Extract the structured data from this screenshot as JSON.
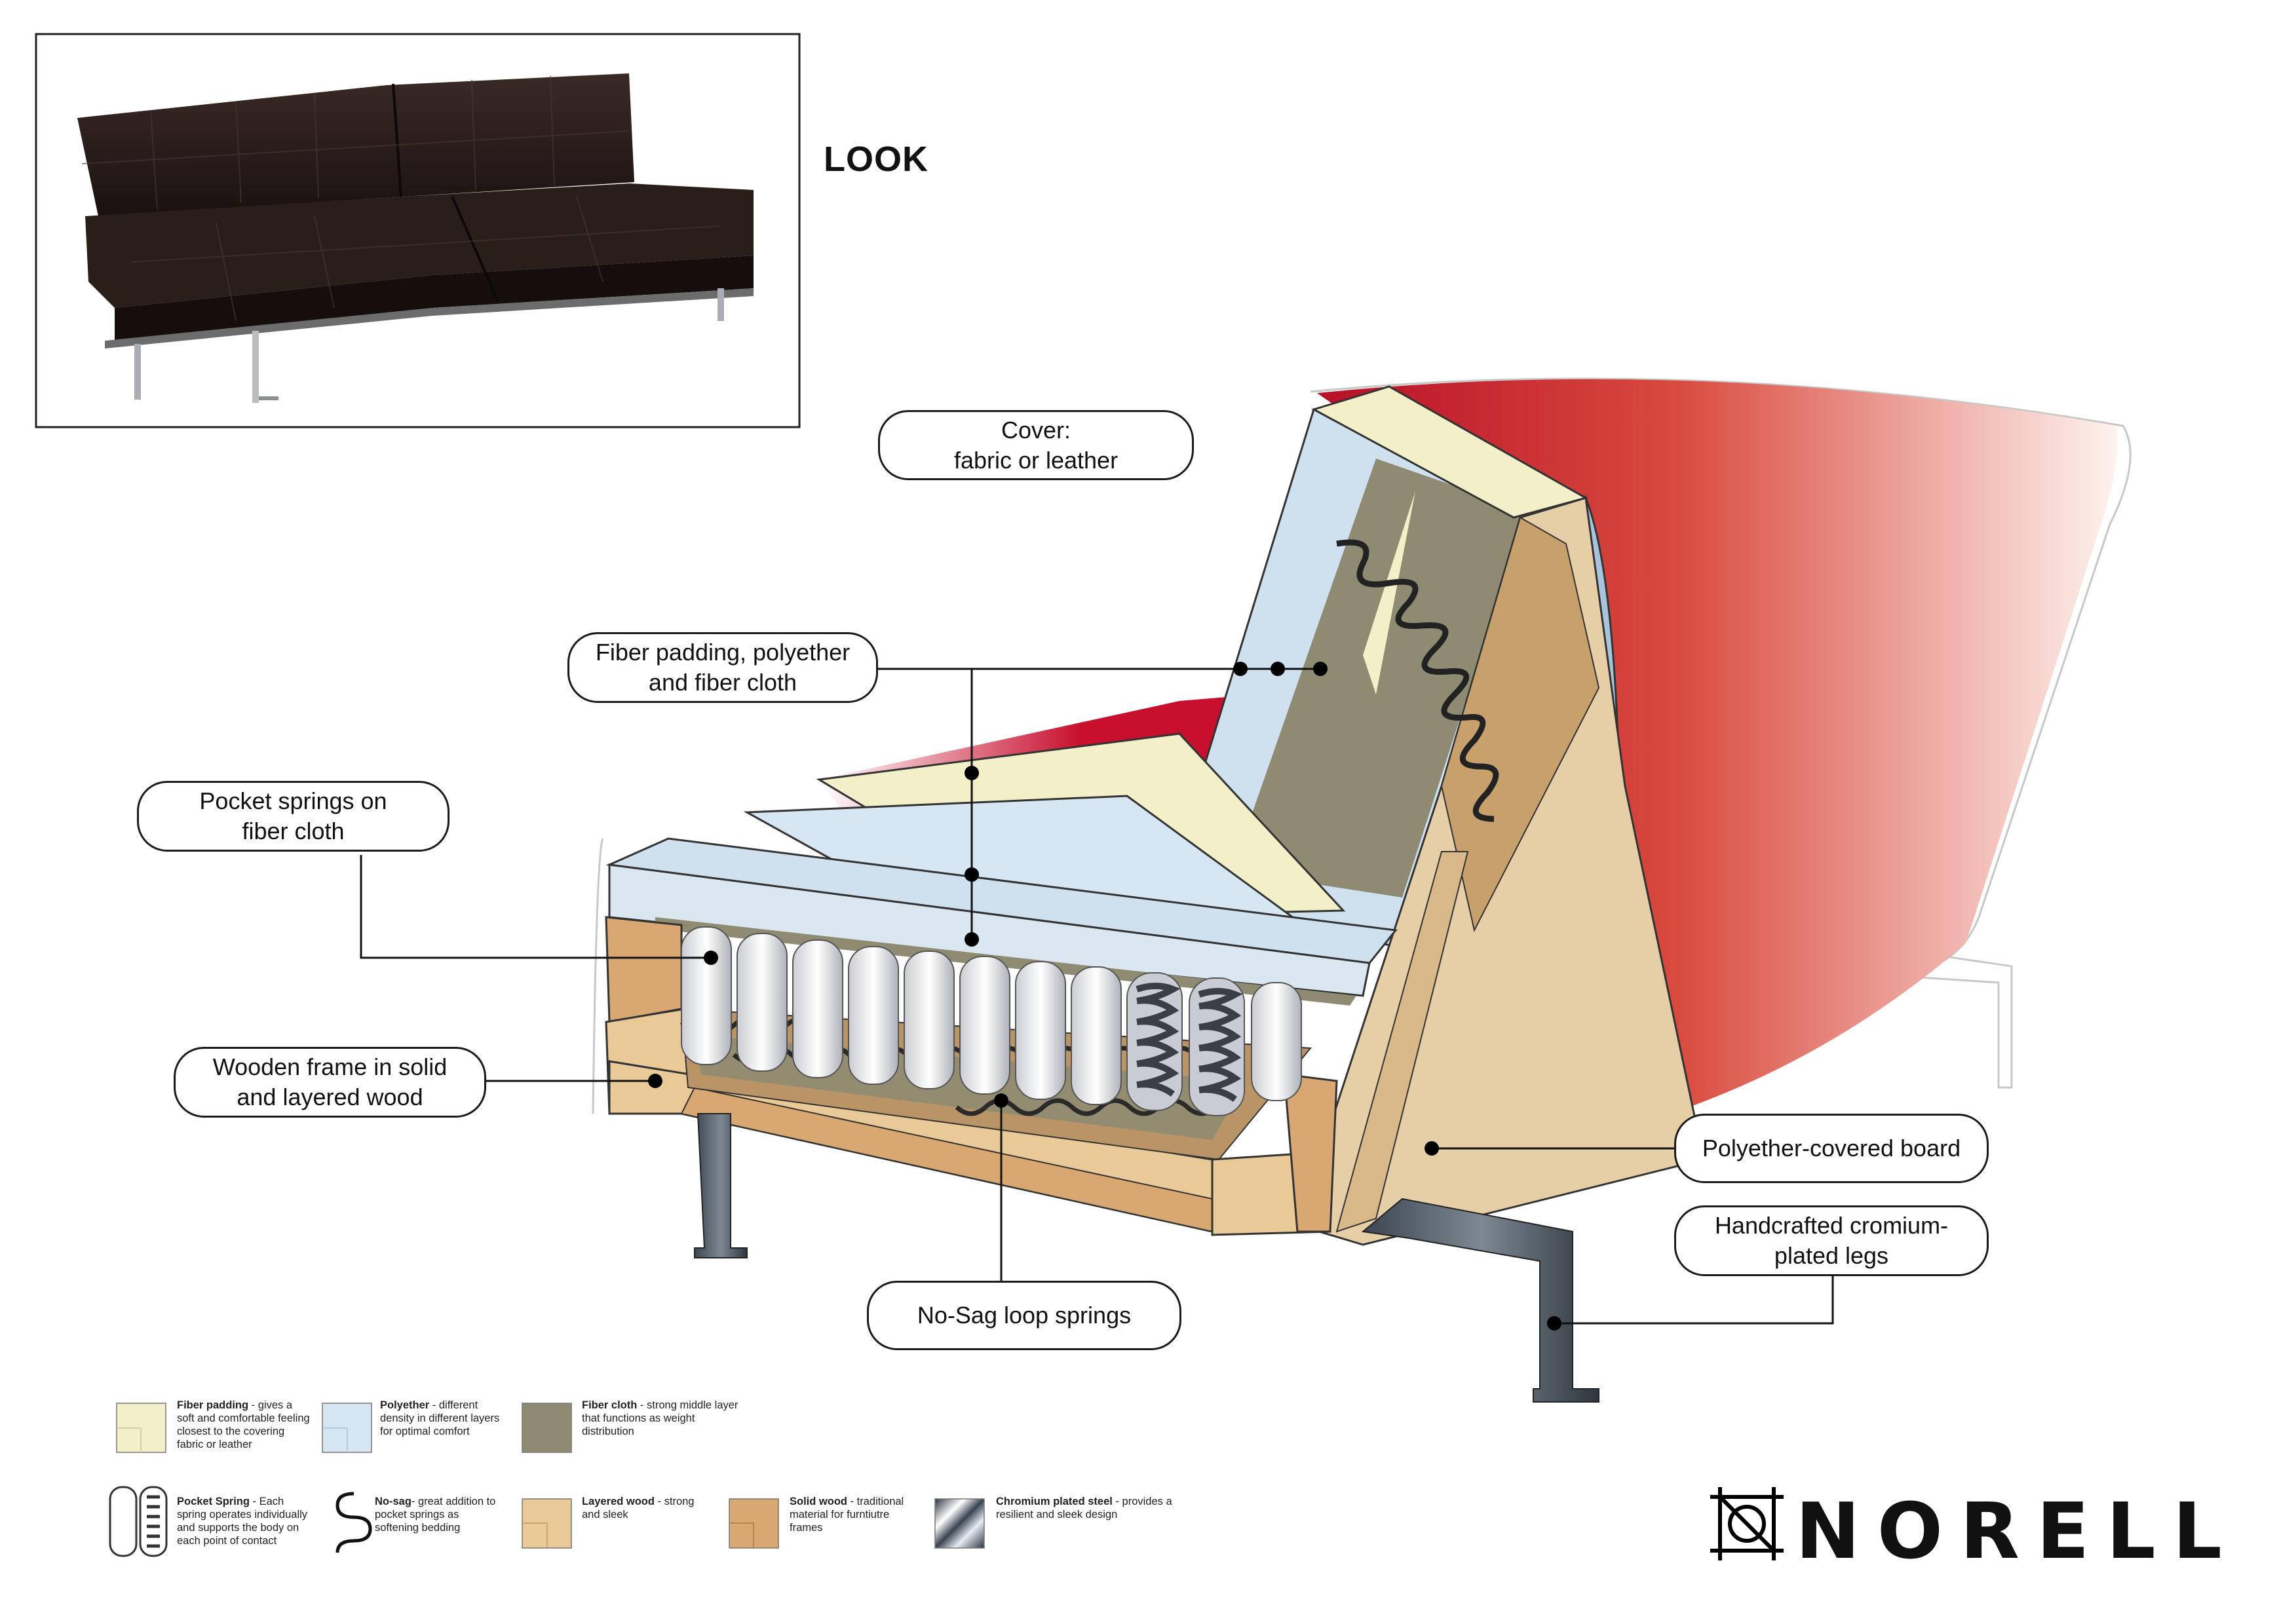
{
  "look_label": "LOOK",
  "callouts": {
    "cover": [
      "Cover:",
      "fabric or leather"
    ],
    "fiber": [
      "Fiber padding, polyether",
      "and fiber cloth"
    ],
    "pocket": [
      "Pocket springs on",
      "fiber cloth"
    ],
    "frame": [
      "Wooden frame in solid",
      "and layered wood"
    ],
    "board": [
      "Polyether-covered board"
    ],
    "legs": [
      "Handcrafted cromium-",
      "plated legs"
    ],
    "nosag": [
      "No-Sag loop springs"
    ]
  },
  "legend": [
    {
      "name": "Fiber padding",
      "desc": "gives a soft and comfortable feeling closest to the covering fabric or leather"
    },
    {
      "name": "Polyether",
      "desc": "different density in different layers for optimal comfort"
    },
    {
      "name": "Fiber cloth",
      "desc": "strong middle layer that functions as weight distribution"
    },
    {
      "name": "Pocket Spring",
      "desc": "Each spring operates individually and supports the body on each point of contact"
    },
    {
      "name": "No-sag",
      "desc": "great addition to pocket springs as softening bedding"
    },
    {
      "name": "Layered wood",
      "desc": "strong and sleek"
    },
    {
      "name": "Solid wood",
      "desc": "traditional material for furntiutre frames"
    },
    {
      "name": "Chromium plated steel",
      "desc": "provides a resilient and sleek design"
    }
  ],
  "brand": "NORELL",
  "colors": {
    "cover_red": "#c8102e",
    "polyether_blue": "#d6e6f2",
    "fiber_padding": "#f3efc8",
    "fiber_cloth": "#8f8b72",
    "solid_wood": "#d9a872",
    "layered_wood": "#e8c997",
    "steel": "#5a646e"
  }
}
